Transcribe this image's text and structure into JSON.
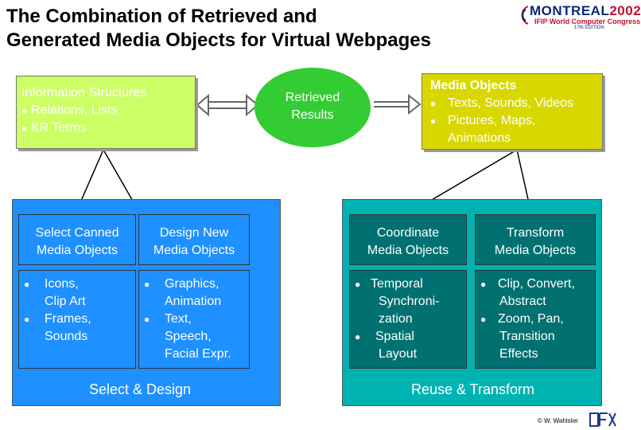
{
  "title": {
    "line1": "The Combination of Retrieved and",
    "line2": "Generated Media Objects for Virtual Webpages"
  },
  "logo": {
    "word": "MONTREAL",
    "year": "2002",
    "line2": "IFIP World Computer Congress",
    "line3": "17th EDITION"
  },
  "info_box": {
    "heading": "Information Structures",
    "bullets": [
      "Relations, Lists",
      "KR Terms"
    ]
  },
  "retrieved": {
    "line1": "Retrieved",
    "line2": "Results"
  },
  "media_box": {
    "heading": "Media Objects",
    "bullets": [
      "Texts, Sounds, Videos",
      "Pictures, Maps,"
    ],
    "continuation": "Animations"
  },
  "left_panel": {
    "col1_header": [
      "Select Canned",
      "Media Objects"
    ],
    "col2_header": [
      "Design New",
      "Media Objects"
    ],
    "col1_items": [
      {
        "line1": "Icons,",
        "line2": "Clip Art"
      },
      {
        "line1": "Frames,",
        "line2": "Sounds"
      }
    ],
    "col2_items": [
      {
        "line1": "Graphics,",
        "line2": "Animation"
      },
      {
        "line1": "Text,",
        "line2": "Speech,",
        "line3": "Facial Expr."
      }
    ],
    "footer": "Select & Design"
  },
  "right_panel": {
    "col1_header": [
      "Coordinate",
      "Media Objects"
    ],
    "col2_header": [
      "Transform",
      "Media Objects"
    ],
    "col1_items": [
      {
        "line1": "Temporal",
        "line2": "Synchroni-",
        "line3": "zation"
      },
      {
        "line1": "Spatial",
        "line2": "Layout"
      }
    ],
    "col2_items": [
      {
        "line1": "Clip, Convert,",
        "line2": "Abstract"
      },
      {
        "line1": "Zoom, Pan,",
        "line2": "Transition",
        "line3": "Effects"
      }
    ],
    "footer": "Reuse & Transform"
  },
  "copyright": "© W. Wahlster",
  "bullet_glyph": "●",
  "colors": {
    "info_box": "#ccff66",
    "retrieved": "#33cc33",
    "media_box": "#d8d800",
    "left_panel": "#1e90ff",
    "right_panel": "#00b3b3",
    "right_inner": "#007070"
  }
}
